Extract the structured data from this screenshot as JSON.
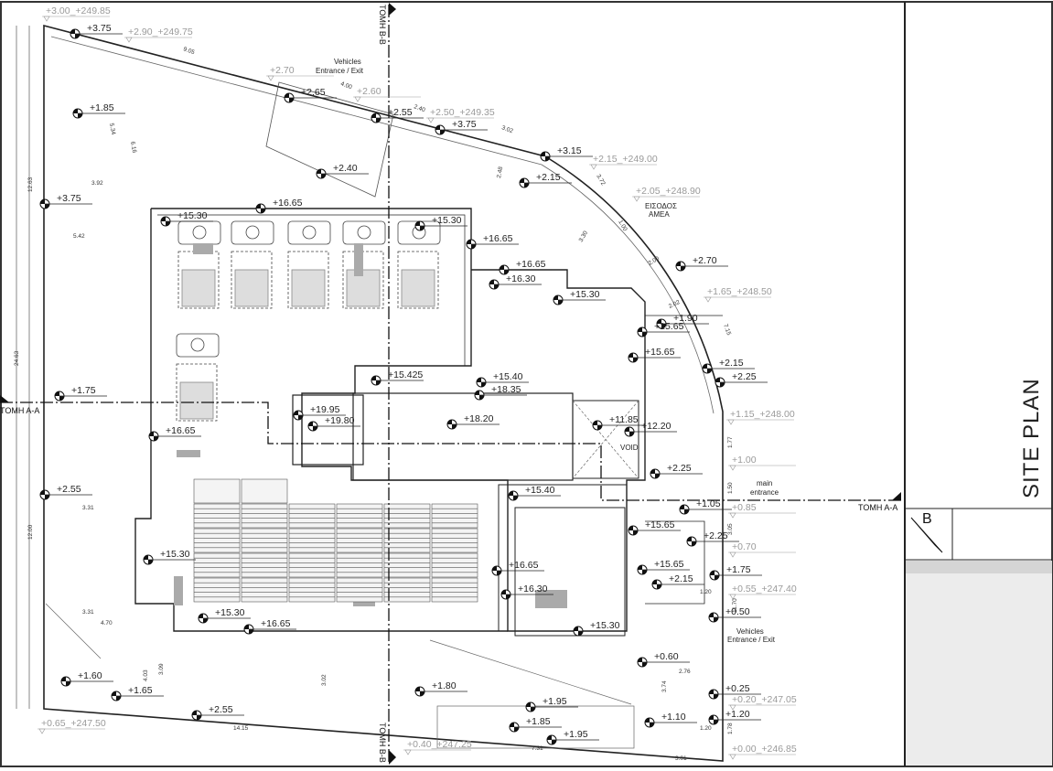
{
  "title_block": {
    "title": "SITE PLAN",
    "north_label": "B",
    "accent_paper": "#e6e6e6"
  },
  "sections": {
    "section_a_left": "ΤΟΜΗ Α-Α",
    "section_a_right": "ΤΟΜΗ Α-Α",
    "section_b_top": "ΤΟΜΗ Β-Β",
    "section_b_bottom": "ΤΟΜΗ Β-Β"
  },
  "notes": {
    "vehicles_top_1": "Vehicles",
    "vehicles_top_2": "Entrance / Exit",
    "vehicles_bottom_1": "Vehicles",
    "vehicles_bottom_2": "Entrance / Exit",
    "disabled_entrance_1": "ΕΙΣΟΔΟΣ",
    "disabled_entrance_2": "ΑΜΕΑ",
    "void": "VOID",
    "main_entrance_1": "main",
    "main_entrance_2": "entrance"
  },
  "levels": [
    "+3.75",
    "+1.85",
    "+2.65",
    "+2.55",
    "+3.75",
    "+2.40",
    "+3.15",
    "+2.15",
    "+3.75",
    "+16.65",
    "+15.30",
    "+15.30",
    "+16.65",
    "+16.65",
    "+16.30",
    "+15.30",
    "+2.70",
    "+1.90",
    "+15.65",
    "+15.65",
    "+2.15",
    "+2.25",
    "+15.425",
    "+15.40",
    "+18.35",
    "+1.75",
    "+19.95",
    "+19.80",
    "+18.20",
    "+11.85",
    "+12.20",
    "+16.65",
    "+2.25",
    "+2.55",
    "+15.40",
    "+1.05",
    "+15.65",
    "+2.25",
    "+15.30",
    "+16.65",
    "+15.65",
    "+1.75",
    "+2.15",
    "+16.30",
    "+15.30",
    "+16.65",
    "+0.50",
    "+15.30",
    "+0.60",
    "+1.60",
    "+1.65",
    "+1.80",
    "+0.25",
    "+1.95",
    "+2.55",
    "+1.10",
    "+1.20",
    "+1.85",
    "+1.95"
  ],
  "existing_levels": [
    "+3.00_+249.85",
    "+2.90_+249.75",
    "+2.70",
    "+2.60",
    "+2.50_+249.35",
    "+2.15_+249.00",
    "+2.05_+248.90",
    "+1.65_+248.50",
    "+1.15_+248.00",
    "+1.00",
    "+0.85",
    "+0.70",
    "+0.55_+247.40",
    "+0.20_+247.05",
    "+0.00_+246.85",
    "+0.65_+247.50",
    "+0.40_+247.25"
  ],
  "dimensions": [
    "9.05",
    "4.00",
    "2.40",
    "3.02",
    "5.34",
    "6.16",
    "12.63",
    "3.92",
    "5.42",
    "24.63",
    "2.48",
    "3.72",
    "1.00",
    "3.30",
    "2.00",
    "2.02",
    "7.15",
    "1.77",
    "1.50",
    "3.05",
    "1.20",
    "11.70",
    "2.76",
    "3.74",
    "1.20",
    "1.78",
    "3.01",
    "7.31",
    "14.15",
    "3.02",
    "3.09",
    "4.03",
    "4.70",
    "3.31",
    "3.31",
    "12.00"
  ]
}
